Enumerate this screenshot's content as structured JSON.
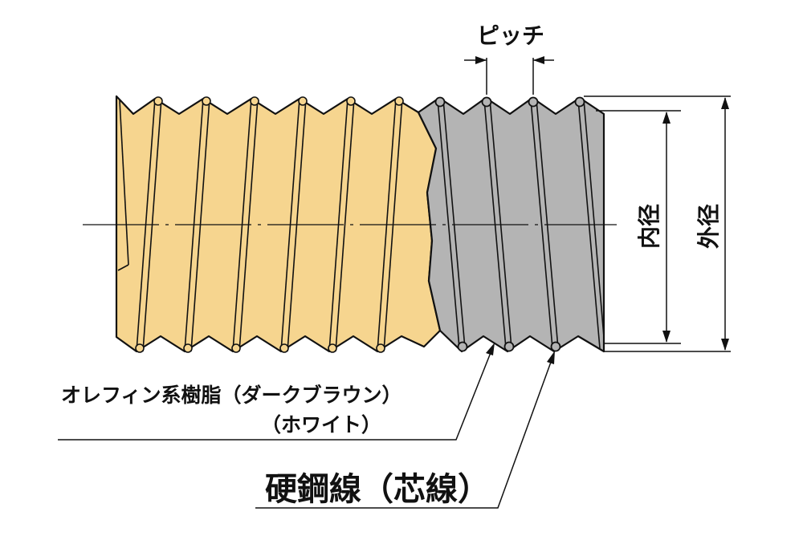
{
  "labels": {
    "pitch": "ピッチ",
    "inner_diameter": "内径",
    "outer_diameter": "外径",
    "resin_line1": "オレフィン系樹脂（ダークブラウン）",
    "resin_line2": "（ホワイト）",
    "core": "硬鋼線（芯線）"
  },
  "colors": {
    "resin_brown_section": "#f6d58f",
    "resin_white_section": "#b4b4b4",
    "outline": "#111111",
    "background": "#ffffff"
  }
}
